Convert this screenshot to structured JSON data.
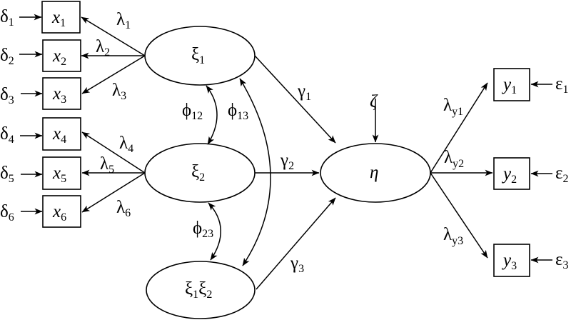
{
  "title": "Structural equation model with latent interaction",
  "latent_exogenous": [
    {
      "id": "xi1",
      "symbol": "ξ",
      "sub": "1",
      "text": "ξ1"
    },
    {
      "id": "xi2",
      "symbol": "ξ",
      "sub": "2",
      "text": "ξ2"
    },
    {
      "id": "xi1xi2",
      "symbol": "ξ",
      "sub": "1",
      "symbol2": "ξ",
      "sub2": "2",
      "text": "ξ1ξ2"
    }
  ],
  "latent_endogenous": {
    "id": "eta",
    "symbol": "η",
    "text": "η"
  },
  "disturbance": {
    "symbol": "ζ",
    "text": "ζ"
  },
  "x_indicators": [
    {
      "id": "x1",
      "symbol": "x",
      "sub": "1",
      "error": "δ",
      "error_sub": "1",
      "loading": "λ",
      "loading_sub": "1",
      "factor": "xi1"
    },
    {
      "id": "x2",
      "symbol": "x",
      "sub": "2",
      "error": "δ",
      "error_sub": "2",
      "loading": "λ",
      "loading_sub": "2",
      "factor": "xi1"
    },
    {
      "id": "x3",
      "symbol": "x",
      "sub": "3",
      "error": "δ",
      "error_sub": "3",
      "loading": "λ",
      "loading_sub": "3",
      "factor": "xi1"
    },
    {
      "id": "x4",
      "symbol": "x",
      "sub": "4",
      "error": "δ",
      "error_sub": "4",
      "loading": "λ",
      "loading_sub": "4",
      "factor": "xi2"
    },
    {
      "id": "x5",
      "symbol": "x",
      "sub": "5",
      "error": "δ",
      "error_sub": "5",
      "loading": "λ",
      "loading_sub": "5",
      "factor": "xi2"
    },
    {
      "id": "x6",
      "symbol": "x",
      "sub": "6",
      "error": "δ",
      "error_sub": "6",
      "loading": "λ",
      "loading_sub": "6",
      "factor": "xi2"
    }
  ],
  "y_indicators": [
    {
      "id": "y1",
      "symbol": "y",
      "sub": "1",
      "error": "ε",
      "error_sub": "1",
      "loading": "λ",
      "loading_sub": "y1"
    },
    {
      "id": "y2",
      "symbol": "y",
      "sub": "2",
      "error": "ε",
      "error_sub": "2",
      "loading": "λ",
      "loading_sub": "y2"
    },
    {
      "id": "y3",
      "symbol": "y",
      "sub": "3",
      "error": "ε",
      "error_sub": "3",
      "loading": "λ",
      "loading_sub": "y3"
    }
  ],
  "structural_paths": [
    {
      "from": "xi1",
      "to": "eta",
      "symbol": "γ",
      "sub": "1"
    },
    {
      "from": "xi2",
      "to": "eta",
      "symbol": "γ",
      "sub": "2"
    },
    {
      "from": "xi1xi2",
      "to": "eta",
      "symbol": "γ",
      "sub": "3"
    }
  ],
  "covariances": [
    {
      "between": [
        "xi1",
        "xi2"
      ],
      "symbol": "ϕ",
      "sub": "12"
    },
    {
      "between": [
        "xi1",
        "xi1xi2"
      ],
      "symbol": "ϕ",
      "sub": "13"
    },
    {
      "between": [
        "xi2",
        "xi1xi2"
      ],
      "symbol": "ϕ",
      "sub": "23"
    }
  ]
}
